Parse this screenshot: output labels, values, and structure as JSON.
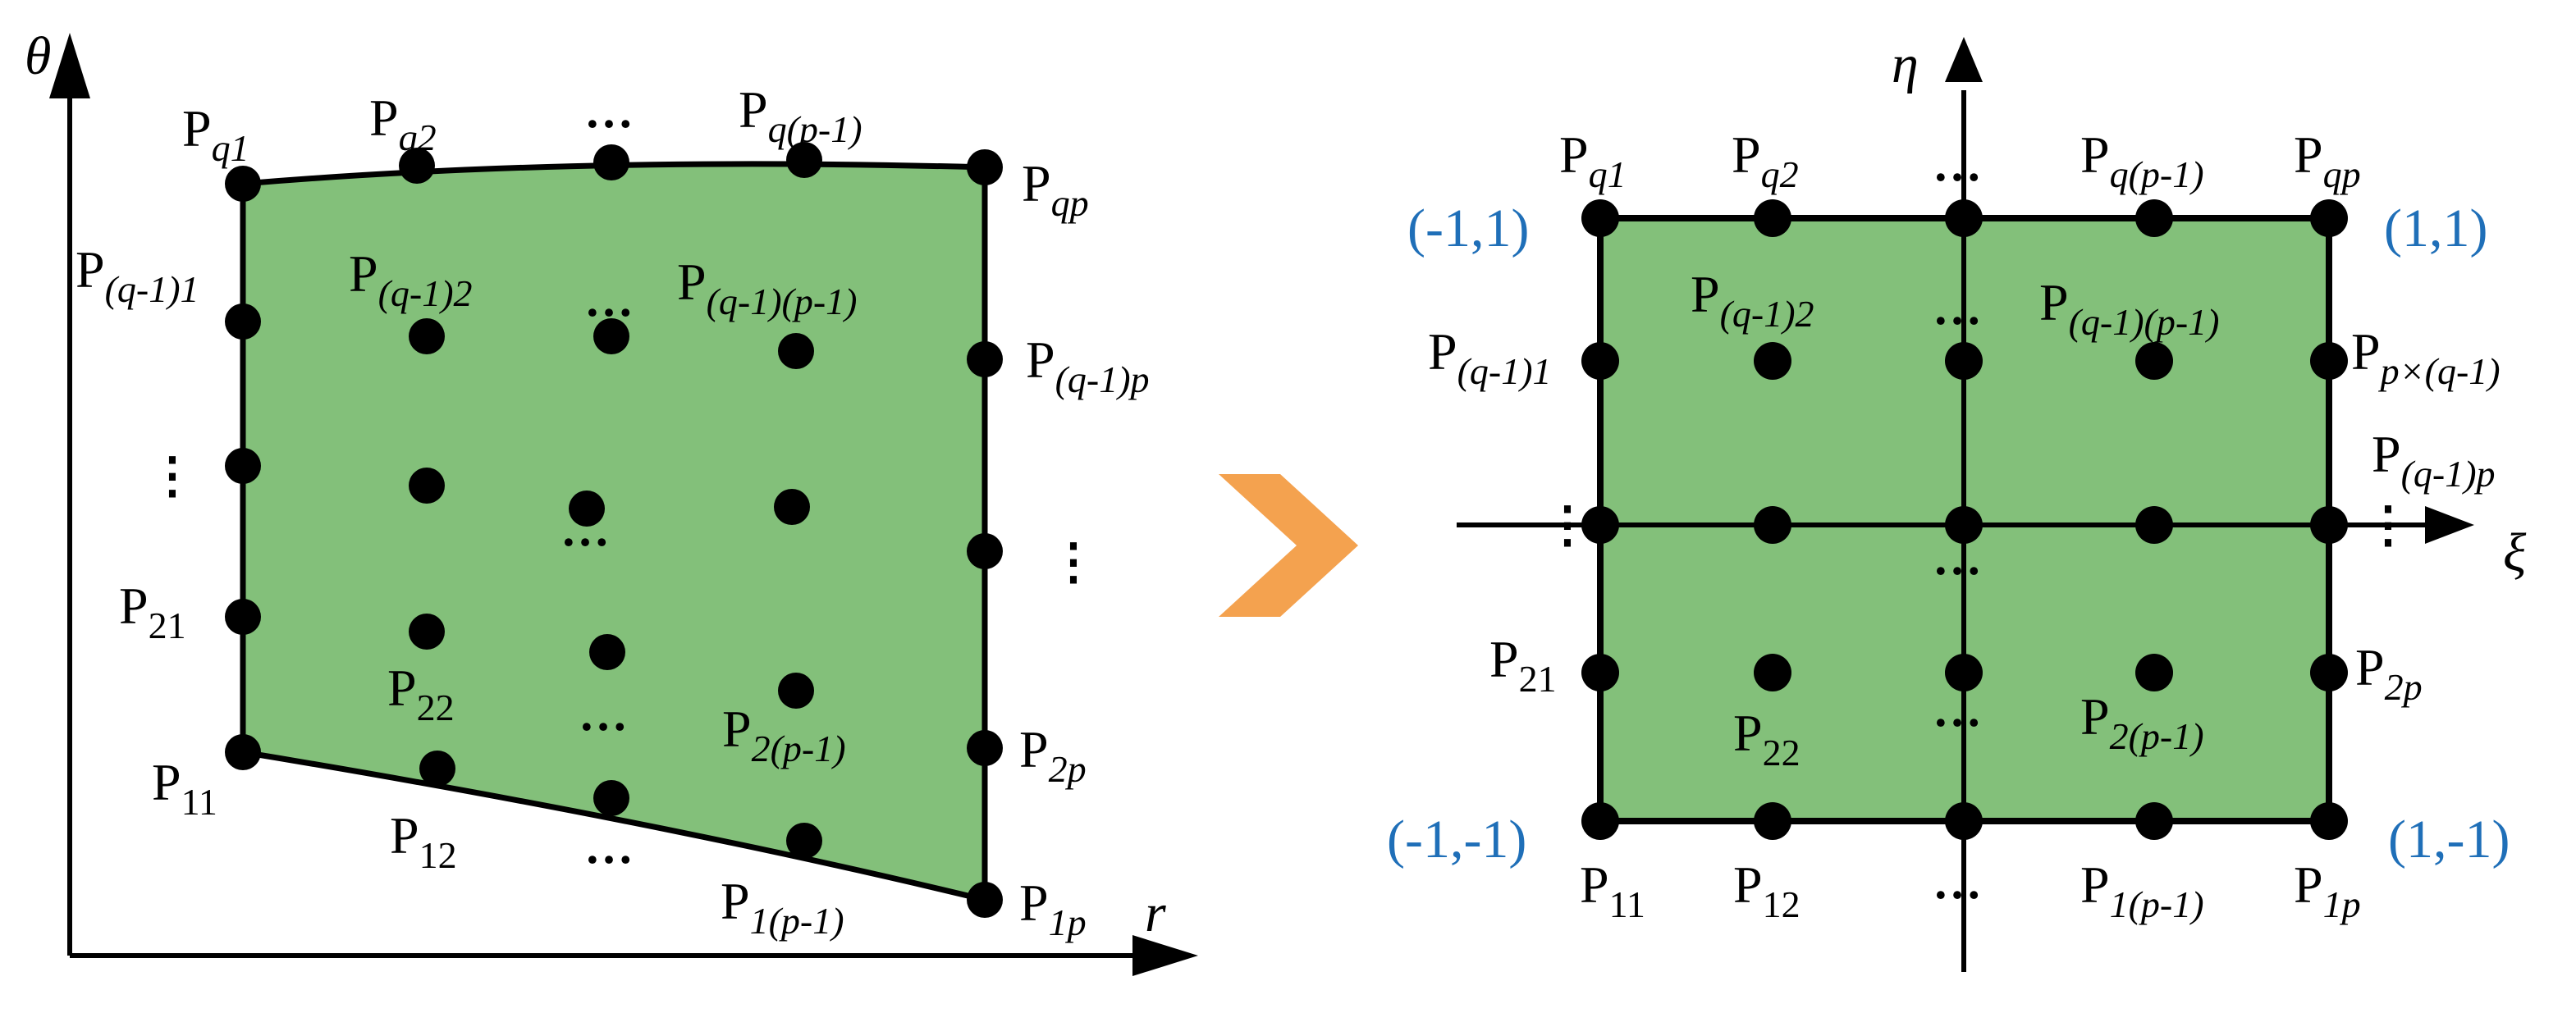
{
  "colors": {
    "region_fill": "#83c07a",
    "stroke": "#000000",
    "arrow_fill": "#f4a24f",
    "coord_text": "#1f6fb8"
  },
  "left_panel": {
    "axis_vertical_label": "θ",
    "axis_horizontal_label": "r",
    "labels": {
      "pq1": {
        "main": "P",
        "sub": "q1"
      },
      "pq2": {
        "main": "P",
        "sub": "q2"
      },
      "pqp1": {
        "main": "P",
        "sub": "q(p-1)"
      },
      "pqp": {
        "main": "P",
        "sub": "qp"
      },
      "pq11": {
        "main": "P",
        "sub": "(q-1)1"
      },
      "pq12": {
        "main": "P",
        "sub": "(q-1)2"
      },
      "pq1p1": {
        "main": "P",
        "sub": "(q-1)(p-1)"
      },
      "pq1p": {
        "main": "P",
        "sub": "(q-1)p"
      },
      "p21": {
        "main": "P",
        "sub": "21"
      },
      "p22": {
        "main": "P",
        "sub": "22"
      },
      "p2p1": {
        "main": "P",
        "sub": "2(p-1)"
      },
      "p2p": {
        "main": "P",
        "sub": "2p"
      },
      "p11": {
        "main": "P",
        "sub": "11"
      },
      "p12": {
        "main": "P",
        "sub": "12"
      },
      "p1p1": {
        "main": "P",
        "sub": "1(p-1)"
      },
      "p1p": {
        "main": "P",
        "sub": "1p"
      }
    },
    "ellipsis_h": "…",
    "ellipsis_v": "⋮"
  },
  "right_panel": {
    "axis_vertical_label": "η",
    "axis_horizontal_label": "ξ",
    "corner_coords": {
      "top_left": "(-1,1)",
      "top_right": "(1,1)",
      "bottom_left": "(-1,-1)",
      "bottom_right": "(1,-1)"
    },
    "labels": {
      "pq1": {
        "main": "P",
        "sub": "q1"
      },
      "pq2": {
        "main": "P",
        "sub": "q2"
      },
      "pqp1": {
        "main": "P",
        "sub": "q(p-1)"
      },
      "pqp": {
        "main": "P",
        "sub": "qp"
      },
      "pq11": {
        "main": "P",
        "sub": "(q-1)1"
      },
      "pq12": {
        "main": "P",
        "sub": "(q-1)2"
      },
      "pq1p1": {
        "main": "P",
        "sub": "(q-1)(p-1)"
      },
      "ppxq1": {
        "main": "P",
        "sub": "p×(q-1)"
      },
      "pq1p": {
        "main": "P",
        "sub": "(q-1)p"
      },
      "p21": {
        "main": "P",
        "sub": "21"
      },
      "p22": {
        "main": "P",
        "sub": "22"
      },
      "p2p1": {
        "main": "P",
        "sub": "2(p-1)"
      },
      "p2p": {
        "main": "P",
        "sub": "2p"
      },
      "p11": {
        "main": "P",
        "sub": "11"
      },
      "p12": {
        "main": "P",
        "sub": "12"
      },
      "p1p1": {
        "main": "P",
        "sub": "1(p-1)"
      },
      "p1p": {
        "main": "P",
        "sub": "1p"
      }
    },
    "ellipsis_h": "…",
    "ellipsis_v": "⋮"
  }
}
